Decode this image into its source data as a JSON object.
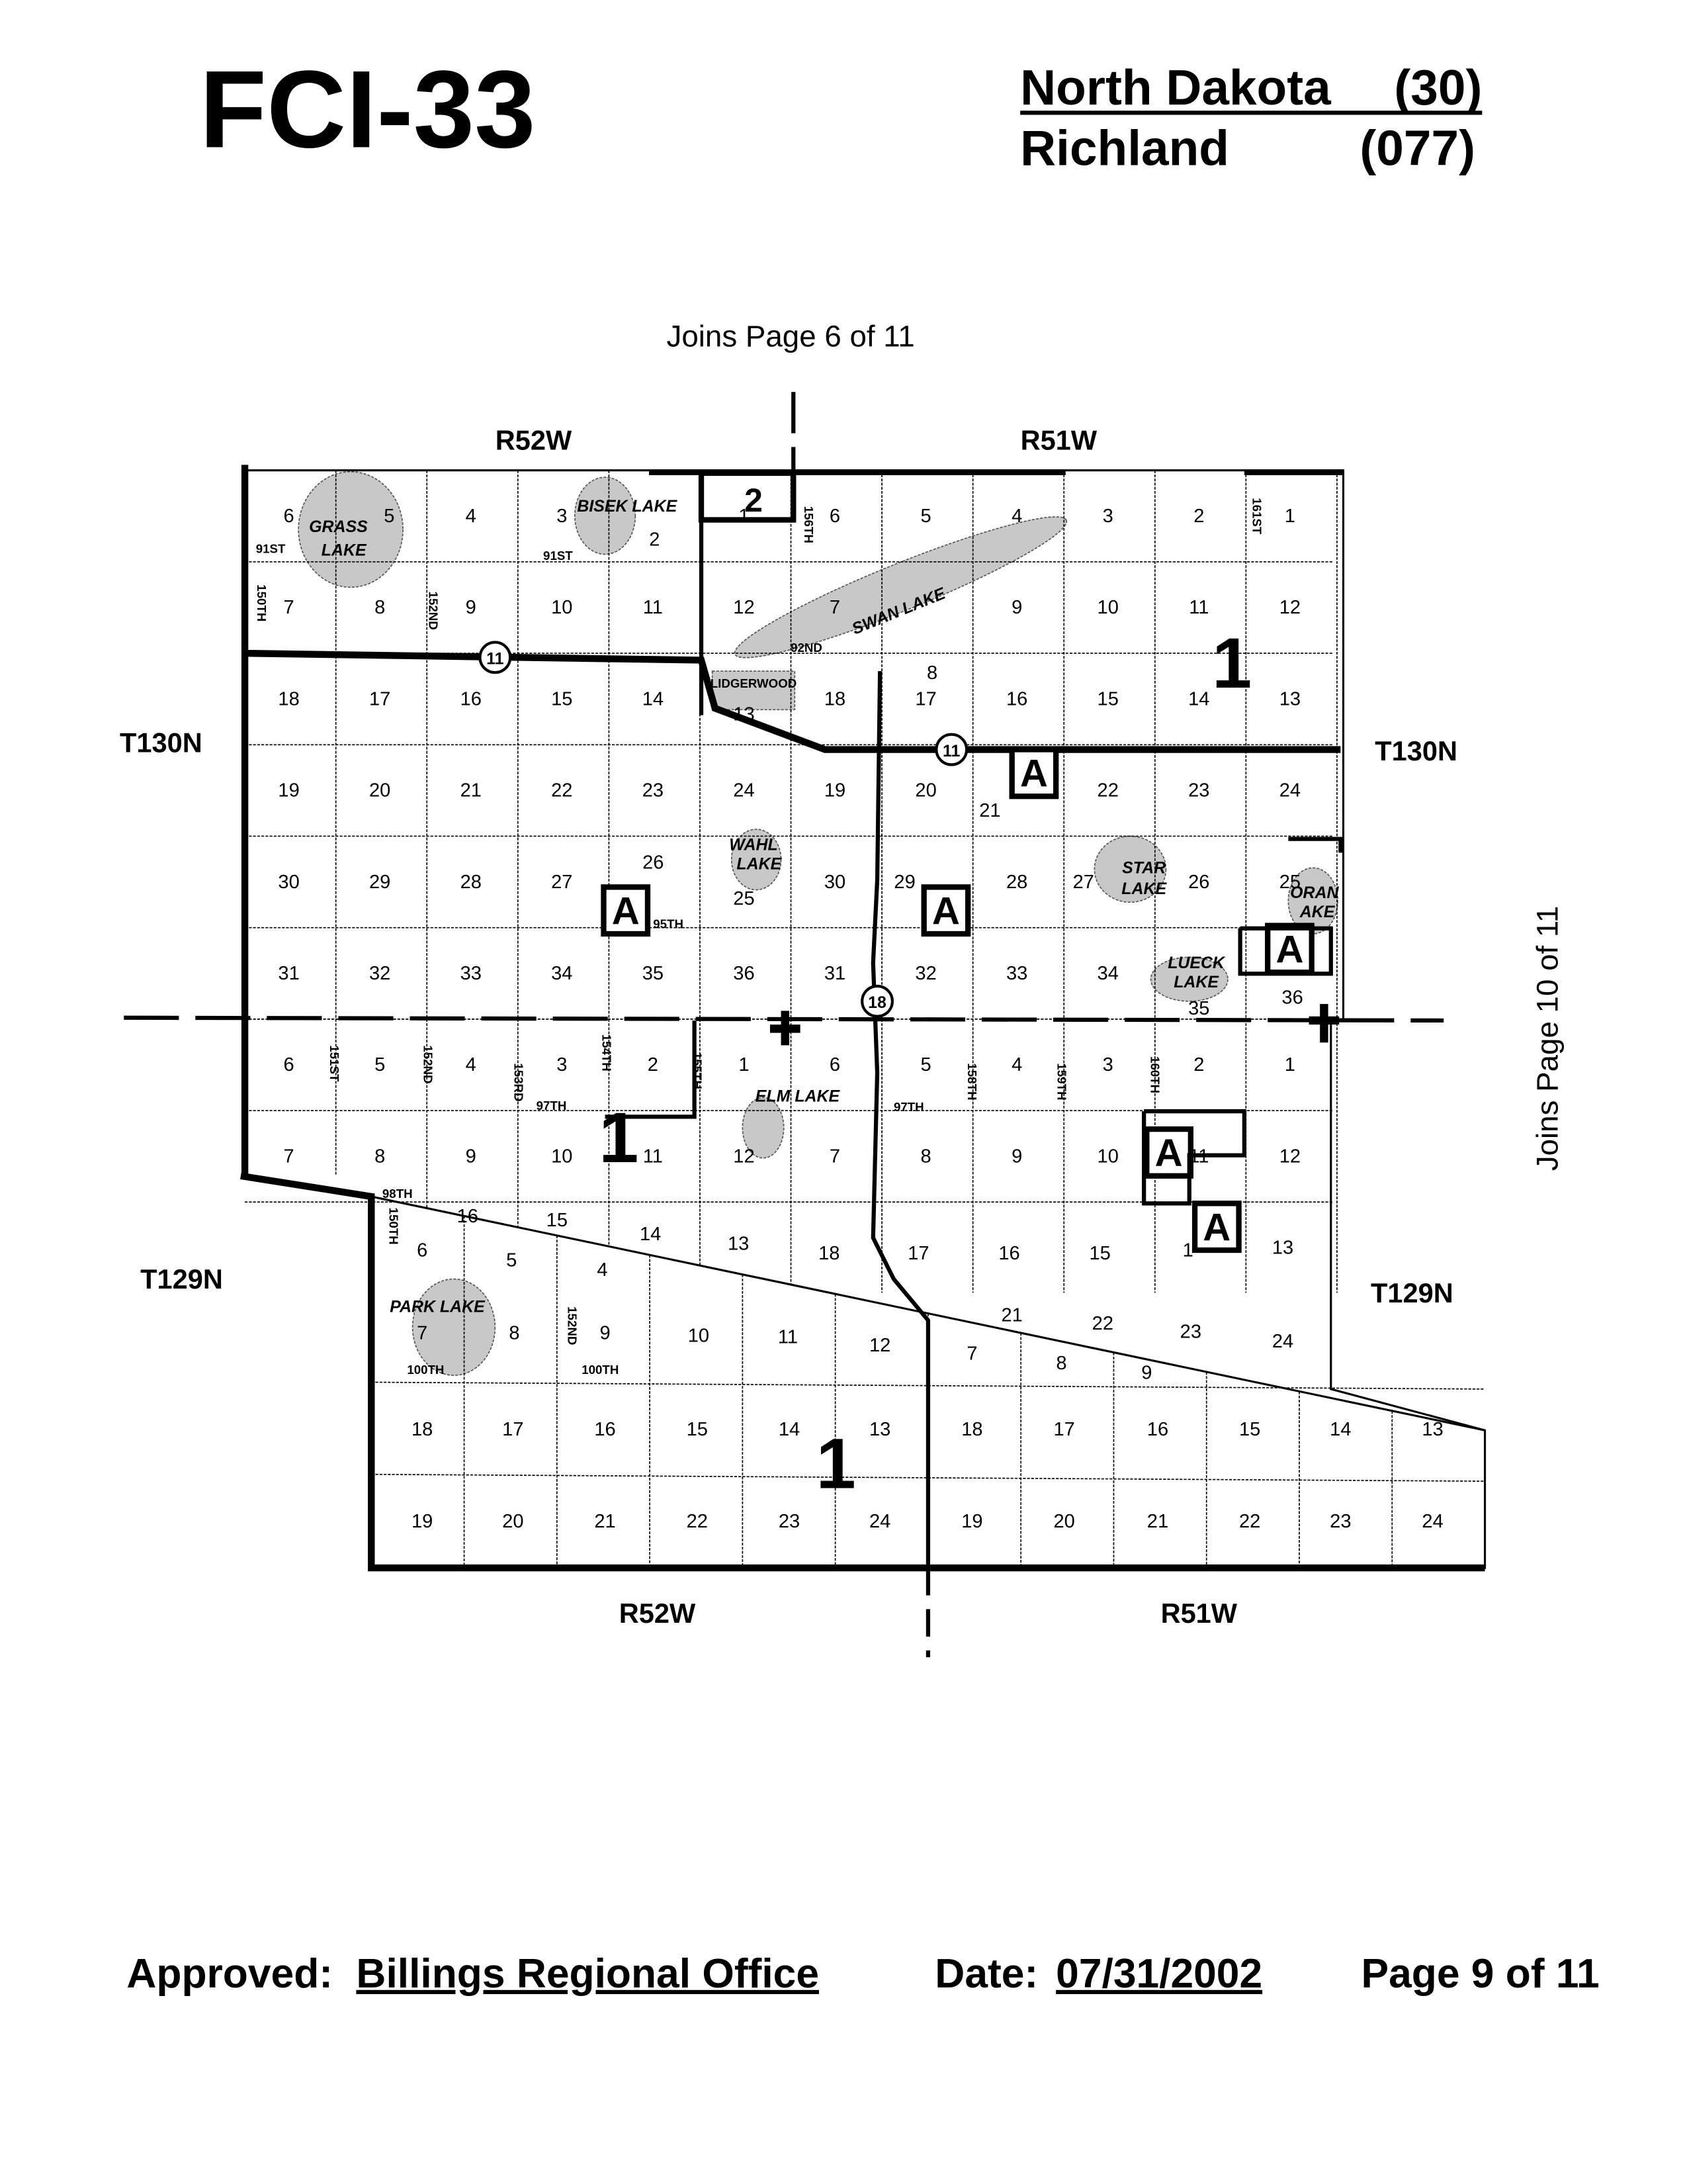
{
  "header": {
    "form_id": "FCI-33",
    "state": "North Dakota",
    "state_code": "(30)",
    "county": "Richland",
    "county_code": "(077)"
  },
  "joins": {
    "top": "Joins Page 6 of 11",
    "right": "Joins Page 10 of 11"
  },
  "ranges": {
    "top_left": "R52W",
    "top_right": "R51W",
    "bottom_left": "R52W",
    "bottom_right": "R51W"
  },
  "townships": {
    "left_upper": "T130N",
    "right_upper": "T130N",
    "left_lower": "T129N",
    "right_lower": "T129N"
  },
  "upper_grid_rows": [
    [
      "6",
      "5",
      "4",
      "3",
      "2",
      "1",
      "6",
      "5",
      "4",
      "3",
      "2",
      "1"
    ],
    [
      "7",
      "8",
      "9",
      "10",
      "11",
      "12",
      "7",
      "8",
      "9",
      "10",
      "11",
      "12"
    ],
    [
      "18",
      "17",
      "16",
      "15",
      "14",
      "13",
      "18",
      "17",
      "16",
      "15",
      "14",
      "13"
    ],
    [
      "19",
      "20",
      "21",
      "22",
      "23",
      "24",
      "19",
      "20",
      "21",
      "22",
      "23",
      "24"
    ],
    [
      "30",
      "29",
      "28",
      "27",
      "26",
      "25",
      "30",
      "29",
      "28",
      "27",
      "26",
      "25"
    ],
    [
      "31",
      "32",
      "33",
      "34",
      "35",
      "36",
      "31",
      "32",
      "33",
      "34",
      "35",
      "36"
    ],
    [
      "6",
      "5",
      "4",
      "3",
      "2",
      "1",
      "6",
      "5",
      "4",
      "3",
      "2",
      "1"
    ],
    [
      "7",
      "8",
      "9",
      "10",
      "11",
      "12",
      "7",
      "8",
      "9",
      "10",
      "11",
      "12"
    ]
  ],
  "partial_row": [
    "16",
    "15",
    "14",
    "13",
    "18",
    "17",
    "16",
    "15",
    "1",
    "13"
  ],
  "lower_sections": [
    "6",
    "5",
    "4",
    "7",
    "8",
    "9",
    "10",
    "11",
    "12",
    "21",
    "22",
    "23",
    "24",
    "7",
    "8",
    "9",
    "18",
    "17",
    "16",
    "15",
    "14",
    "13",
    "18",
    "17",
    "16",
    "15",
    "14",
    "13",
    "19",
    "20",
    "21",
    "22",
    "23",
    "24",
    "19",
    "20",
    "21",
    "22",
    "23",
    "24"
  ],
  "zone_labels": {
    "one_a": "1",
    "one_b": "1",
    "one_c": "1",
    "two": "2",
    "a": "A"
  },
  "highways": {
    "h11": "11",
    "h18": "18"
  },
  "lakes": [
    "GRASS",
    "LAKE",
    "BISEK LAKE",
    "SWAN LAKE",
    "WAHL",
    "LAKE",
    "STAR",
    "LAKE",
    "ORAN",
    "AKE",
    "LUECK",
    "LAKE",
    "ELM LAKE",
    "PARK LAKE"
  ],
  "town": "LIDGERWOOD",
  "roads": [
    "91ST",
    "91ST",
    "92ND",
    "95TH",
    "97TH",
    "97TH",
    "98TH",
    "100TH",
    "100TH",
    "150TH",
    "150TH",
    "151ST",
    "152ND",
    "152ND",
    "152ND",
    "153RD",
    "154TH",
    "155TH",
    "156TH",
    "158TH",
    "159TH",
    "160TH",
    "161ST"
  ],
  "footer": {
    "approved_label": "Approved:",
    "approved_by": "Billings Regional Office",
    "date_label": "Date:",
    "date": "07/31/2002",
    "page": "Page 9 of 11"
  }
}
